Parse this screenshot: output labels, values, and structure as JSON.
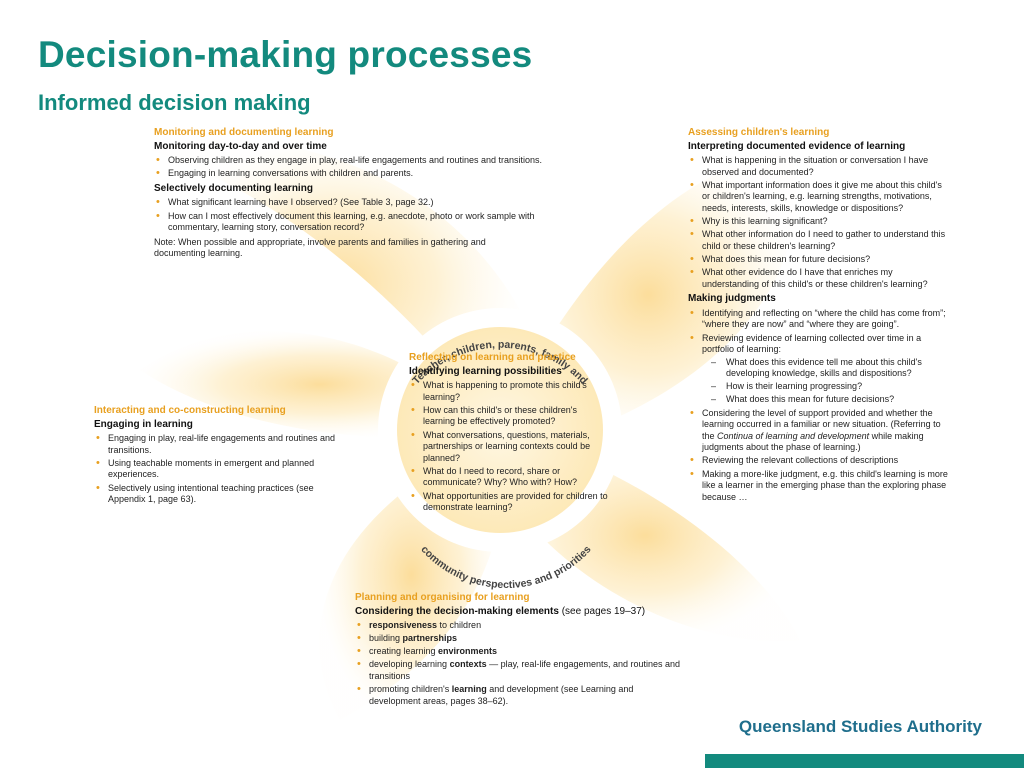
{
  "title": "Decision-making processes",
  "subtitle": "Informed decision making",
  "ring": {
    "top": "Teacher, children, parents, family and",
    "bottom": "community perspectives and priorities"
  },
  "monitoring": {
    "heading": "Monitoring and documenting learning",
    "sub1": "Monitoring day-to-day and over time",
    "items1": [
      "Observing children as they engage in play, real-life engagements and routines and transitions.",
      "Engaging in learning conversations with children and parents."
    ],
    "sub2": "Selectively documenting learning",
    "items2": [
      "What significant learning have I observed? (See Table 3, page 32.)",
      "How can I most effectively document this learning, e.g. anecdote, photo or work sample with commentary, learning story, conversation record?"
    ],
    "note": "Note: When possible and appropriate, involve parents and families in gathering and documenting learning."
  },
  "assessing": {
    "heading": "Assessing children's learning",
    "sub1": "Interpreting documented evidence of learning",
    "items1": [
      "What is happening in the situation or conversation I have observed and documented?",
      "What important information does it give me about this child's or children's learning, e.g. learning strengths, motivations, needs, interests, skills, knowledge or dispositions?",
      "Why is this learning significant?",
      "What other information do I need to gather to understand this child or these children's learning?",
      "What does this mean for future decisions?",
      "What other evidence do I have that enriches my understanding of this child's or these children's learning?"
    ],
    "sub2": "Making judgments",
    "item_a": "Identifying and reflecting on “where the child has come from”; “where they are now” and “where they are going”.",
    "item_b": "Reviewing evidence of learning collected over time in a portfolio of learning:",
    "subitems": [
      "What does this evidence tell me about this child's developing knowledge, skills and dispositions?",
      "How is their learning progressing?",
      "What does this mean for future decisions?"
    ],
    "item_c_pre": "Considering the level of support provided and whether the learning occurred in a familiar or new situation. (Referring to the ",
    "item_c_em": "Continua of learning and development",
    "item_c_post": " while making judgments about the phase of learning.)",
    "item_d": "Reviewing the relevant collections of descriptions",
    "item_e": "Making a more-like judgment, e.g. this child's learning is more like a learner in the emerging phase than the exploring phase because …"
  },
  "reflecting": {
    "heading": "Reflecting on learning and practice",
    "sub": "Identifying learning possibilities",
    "items": [
      "What is happening to promote this child's learning?",
      "How can this child's or these children's learning be effectively promoted?",
      "What conversations, questions, materials, partnerships or learning contexts could be planned?",
      "What do I need to record, share or communicate? Why? Who with? How?",
      "What opportunities are provided for children to demonstrate learning?"
    ]
  },
  "interacting": {
    "heading": "Interacting and co-constructing learning",
    "sub": "Engaging in learning",
    "items": [
      "Engaging in play, real-life engagements and routines and transitions.",
      "Using teachable moments in emergent and planned experiences.",
      "Selectively using intentional teaching practices (see Appendix 1, page 63)."
    ]
  },
  "planning": {
    "heading": "Planning and organising for learning",
    "sub": "Considering the decision-making elements",
    "sub_suffix": " (see pages 19–37)",
    "items": [
      {
        "pre": "",
        "bold": "responsiveness",
        "post": " to children"
      },
      {
        "pre": "building ",
        "bold": "partnerships",
        "post": ""
      },
      {
        "pre": "creating learning ",
        "bold": "environments",
        "post": ""
      },
      {
        "pre": "developing learning ",
        "bold": "contexts",
        "post": " — play, real-life engagements, and routines and transitions"
      },
      {
        "pre": "promoting children's ",
        "bold": "learning",
        "post": " and development (see Learning and development areas, pages 38–62)."
      }
    ]
  },
  "footer": {
    "org": "Queensland Studies Authority"
  },
  "colors": {
    "title": "#138a7e",
    "accent": "#e8a020",
    "brand": "#1f6e8c",
    "bar": "#138a7e"
  }
}
